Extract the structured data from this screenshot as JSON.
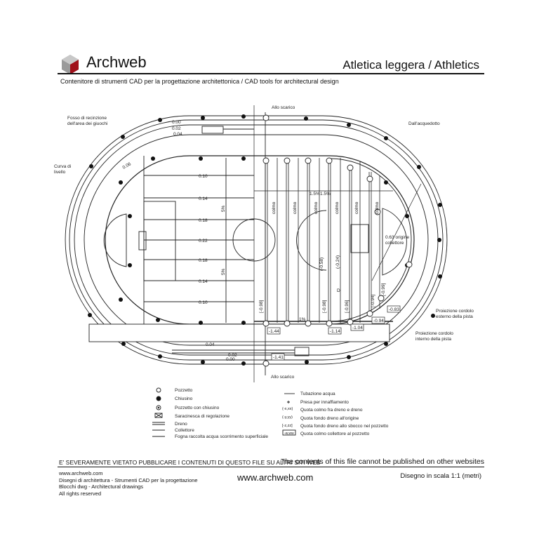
{
  "header": {
    "brand": "Archweb",
    "title": "Atletica leggera  /  Athletics",
    "subtitle": "Contenitore di strumenti CAD per la progettazione architettonica  /  CAD tools for architectural design"
  },
  "drawing": {
    "labels": {
      "allo_scarico_top": "Allo scarico",
      "allo_scarico_bottom": "Allo scarico",
      "fosso_1": "Fosso di recinzione",
      "fosso_2": "dell'area dei giuochi",
      "curva_1": "Curva di",
      "curva_2": "livello",
      "acquedotto": "Dall'acquedotto",
      "origine_1": "0.63 origine",
      "origine_2": "collettore",
      "cordolo_est_1": "Proiezione cordolo",
      "cordolo_est_2": "esterno della pista",
      "cordolo_int_1": "Proiezione cordolo",
      "cordolo_int_2": "interno della pista",
      "slope_pct": "5%",
      "slope_pct2": "5%",
      "pct_15a": "1.5%",
      "pct_15b": "1.5%",
      "pct_1": "1%",
      "colmo": "colmo",
      "d": "D"
    },
    "levels_top": [
      "0.00",
      "0.02",
      "0.04"
    ],
    "level_006": "0.06",
    "levels_bottom": [
      "0.04",
      "0.02",
      "0.00"
    ],
    "field_levels": [
      "0.10",
      "0.14",
      "0.18",
      "0.22",
      "0.18",
      "0.14",
      "0.10"
    ],
    "drain_values": [
      "[-0.98]",
      "(-0.58)",
      "(-0.24)",
      "[-0.98]",
      "[-0.96]",
      "[-0.94]",
      "[-0.99]"
    ],
    "box_values": [
      "-1.44",
      "-1.14",
      "-1.04",
      "-0.94",
      "-0.83",
      "-1.41"
    ]
  },
  "legend": {
    "left": [
      "Pozzetto",
      "Chiusino",
      "Pozzetto con chiusino",
      "Saracinesca di regolazione",
      "Dreno",
      "Collettore",
      "Fogna raccolta acqua scorrimento superficiale"
    ],
    "right_symbols": [
      "(-x,xx)",
      "(-y,yy)",
      "[-z,zz]",
      "-w,ww"
    ],
    "right": [
      "Tubazione acqua",
      "Presa per innaffiamento",
      "Quota colmo fra dreno e dreno",
      "Quota fondo dreno all'origine",
      "Quota fondo dreno allo sbocco nel pozzetto",
      "Quota colmo collettore al pozzetto"
    ]
  },
  "footer": {
    "warning_it": "E' SEVERAMENTE VIETATO PUBBLICARE I CONTENUTI DI QUESTO FILE SU ALTRI SITI WEB",
    "warning_en": "The contents of this file cannot be published on other websites",
    "lines": [
      "www.archweb.com",
      "Disegni di architettura - Strumenti CAD  per la progettazione",
      "Blocchi dwg - Architectural drawings",
      "All rights reserved"
    ],
    "site": "www.archweb.com",
    "scale": "Disegno in scala 1:1 (metri)"
  },
  "colors": {
    "ink": "#111111",
    "logo_red": "#a0101a",
    "logo_grey": "#8a8a8a"
  }
}
